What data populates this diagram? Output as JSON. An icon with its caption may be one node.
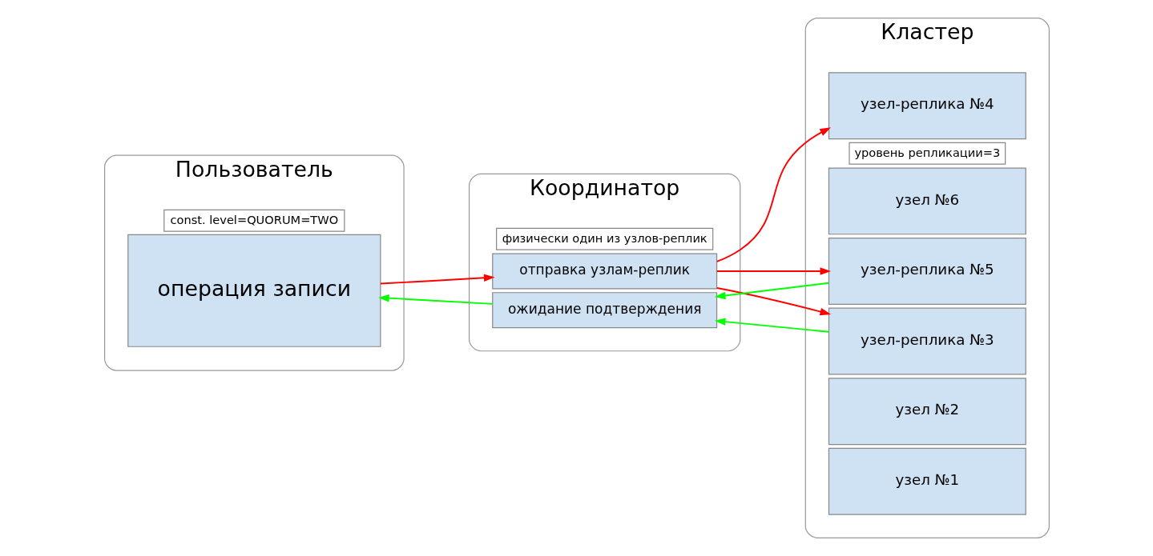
{
  "diagram": {
    "nodes": [
      {
        "text": [
          "Пользователь"
        ]
      },
      {
        "text": [
          "операция записи"
        ],
        "in": 0
      },
      {
        "text": [
          "const. level=QUORUM=TWO"
        ],
        "in": 0
      },
      {
        "text": [
          "Координатор"
        ]
      },
      {
        "text": [
          "отправка узлам-реплик"
        ],
        "in": 3
      },
      {
        "text": [
          "ожидание подтверждения"
        ],
        "in": 3
      },
      {
        "text": [
          "физически один из узлов-реплик"
        ],
        "in": 3
      },
      {
        "text": [
          "Кластер"
        ]
      },
      {
        "text": [
          "узел №1"
        ],
        "in": 7
      },
      {
        "text": [
          "узел №2"
        ],
        "in": 7
      },
      {
        "text": [
          "узел-реплика №3"
        ],
        "in": 7
      },
      {
        "text": [
          "узел-реплика №4"
        ],
        "in": 7
      },
      {
        "text": [
          "узел-реплика №5"
        ],
        "in": 7
      },
      {
        "text": [
          "узел №6"
        ],
        "in": 7
      },
      {
        "text": [
          "уровень репликации=3"
        ],
        "in": 7
      }
    ],
    "edges": [
      {
        "from": 1,
        "to": 4,
        "arrow": "to"
      },
      {
        "from": 5,
        "to": 1,
        "arrow": "to",
        "color": "#00ff00"
      },
      {
        "from": 4,
        "to": 10,
        "arrow": "to"
      },
      {
        "from": 4,
        "to": 11,
        "arrow": "to"
      },
      {
        "from": 4,
        "to": 12,
        "arrow": "to"
      },
      {
        "from": 10,
        "to": 5,
        "arrow": "to",
        "color": "#00ff00"
      },
      {
        "from": 12,
        "to": 5,
        "arrow": "to",
        "color": "#00ff00"
      }
    ]
  }
}
